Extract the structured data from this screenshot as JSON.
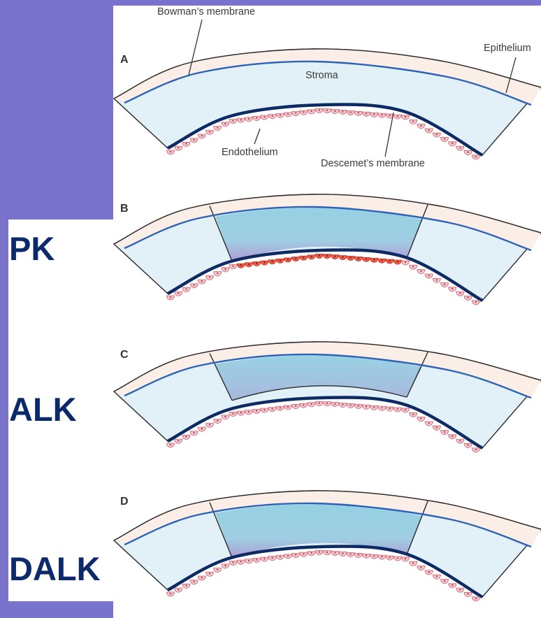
{
  "labels": {
    "pk": "PK",
    "alk": "ALK",
    "dalk": "DALK"
  },
  "diagram": {
    "panels": [
      {
        "letter": "A",
        "graft": "none"
      },
      {
        "letter": "B",
        "graft": "full-thickness"
      },
      {
        "letter": "C",
        "graft": "anterior-partial"
      },
      {
        "letter": "D",
        "graft": "deep-anterior"
      }
    ],
    "annotations": {
      "bowman": "Bowman’s membrane",
      "epithelium": "Epithelium",
      "stroma": "Stroma",
      "endothelium": "Endothelium",
      "descemet": "Descemet’s membrane"
    },
    "colors": {
      "background": "#7a73cc",
      "epithelium": "#fbeee6",
      "stroma": "#e1f1f7",
      "graft": "#96d1e3",
      "graft_deep": "#b49ed6",
      "bowman_line": "#2e63b5",
      "descemet_line": "#0e2a63",
      "endothelium_cell": "#f8c8cf",
      "endothelium_cell_donor": "#ef5e4a",
      "label_text": "#0c2a6b"
    }
  }
}
